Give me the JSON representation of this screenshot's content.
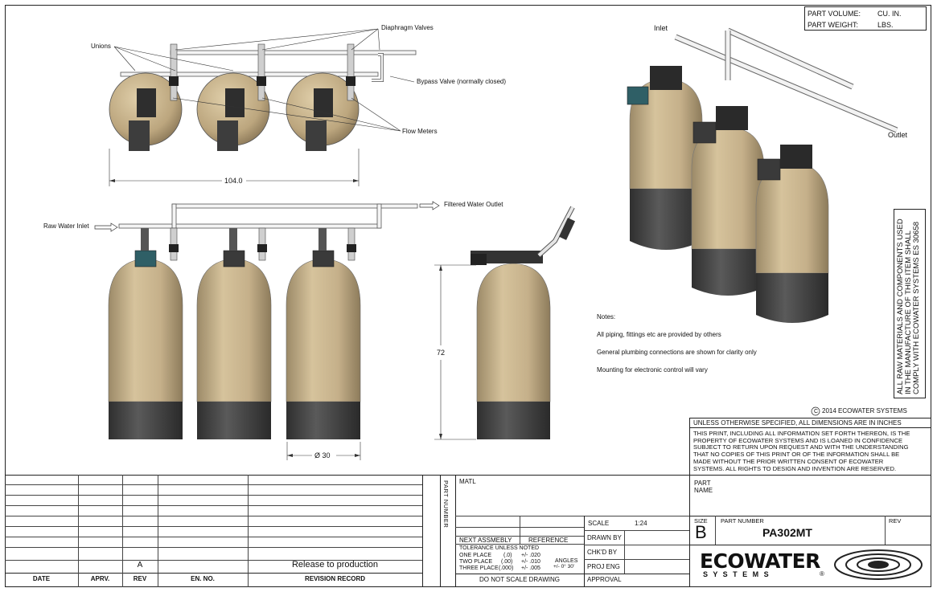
{
  "part_box": {
    "volume_label": "PART VOLUME:",
    "volume_unit": "CU. IN.",
    "weight_label": "PART WEIGHT:",
    "weight_unit": "LBS."
  },
  "callouts": {
    "unions": "Unions",
    "diaphragm": "Diaphragm Valves",
    "bypass": "Bypass Valve (normally closed)",
    "flow": "Flow Meters",
    "raw_inlet": "Raw Water Inlet",
    "filtered_outlet": "Filtered Water Outlet",
    "iso_inlet": "Inlet",
    "iso_outlet": "Outlet"
  },
  "dimensions": {
    "width": "104.0",
    "height": "72",
    "diameter": "Ø 30"
  },
  "notes": {
    "title": "Notes:",
    "items": [
      "All piping, fittings etc are provided by others",
      "General plumbing connections are shown for clarity only",
      "Mounting for electronic control will vary"
    ]
  },
  "compliance": {
    "lines": [
      "ALL RAW MATERIALS AND COMPONENTS USED",
      "IN THE MANUFACTURE OF THIS ITEM SHALL",
      "COMPLY WITH ECOWATER SYSTEMS ES 30658"
    ]
  },
  "copyright": {
    "symbol": "C",
    "text": "2014 ECOWATER SYSTEMS"
  },
  "title_block": {
    "dimensions_note": "UNLESS OTHERWISE SPECIFIED, ALL DIMENSIONS ARE IN INCHES",
    "confidential": [
      "THIS PRINT, INCLUDING ALL INFORMATION SET FORTH THEREON, IS THE",
      "PROPERTY OF ECOWATER SYSTEMS AND IS LOANED IN CONFIDENCE",
      "SUBJECT TO RETURN UPON REQUEST AND WITH THE UNDERSTANDING",
      "THAT NO COPIES OF THIS PRINT OR OF THE INFORMATION SHALL BE",
      "MADE WITHOUT THE PRIOR WRITTEN CONSENT OF ECOWATER",
      "SYSTEMS. ALL RIGHTS TO DESIGN AND INVENTION ARE RESERVED."
    ],
    "part_name_label": [
      "PART",
      "NAME"
    ],
    "matl_label": "MATL",
    "part_number_vertical": "PART NUMBER",
    "scale_label": "SCALE",
    "scale_value": "1:24",
    "drawn_by": "DRAWN BY",
    "chkd_by": "CHK'D BY",
    "proj_eng": "PROJ ENG",
    "approval": "APPROVAL",
    "next_assembly": "NEXT ASSMEBLY",
    "reference": "REFERENCE",
    "tolerance_title": "TOLERANCE UNLESS NOTED",
    "one_place": "ONE PLACE",
    "one_place_fmt": "(.0)",
    "one_place_val": "+/- .020",
    "two_place": "TWO PLACE",
    "two_place_fmt": "(.00)",
    "two_place_val": "+/- .010",
    "three_place": "THREE PLACE",
    "three_place_fmt": "(.000)",
    "three_place_val": "+/- .005",
    "angles_label": "ANGLES",
    "angles_val": "+/- 0° 30'",
    "do_not_scale": "DO NOT SCALE DRAWING",
    "size_label": "SIZE",
    "size_value": "B",
    "part_number_label": "PART NUMBER",
    "part_number_value": "PA302MT",
    "rev_label": "REV",
    "logo_main": "ECOWATER",
    "logo_sub": "S Y S T E M S",
    "logo_reg": "®"
  },
  "revision": {
    "headers": {
      "date": "DATE",
      "apprv": "APRV.",
      "rev": "REV",
      "en_no": "EN. NO.",
      "record": "REVISION RECORD"
    },
    "rows": [
      {
        "date": "",
        "apprv": "",
        "rev": "A",
        "en_no": "",
        "record": "Release to production"
      }
    ]
  },
  "colors": {
    "tank": "#c9b48e",
    "tank_dark": "#8f7c5c",
    "base": "#4a4a4a",
    "valve": "#3a3a3a",
    "control_blue": "#2f5f66"
  }
}
